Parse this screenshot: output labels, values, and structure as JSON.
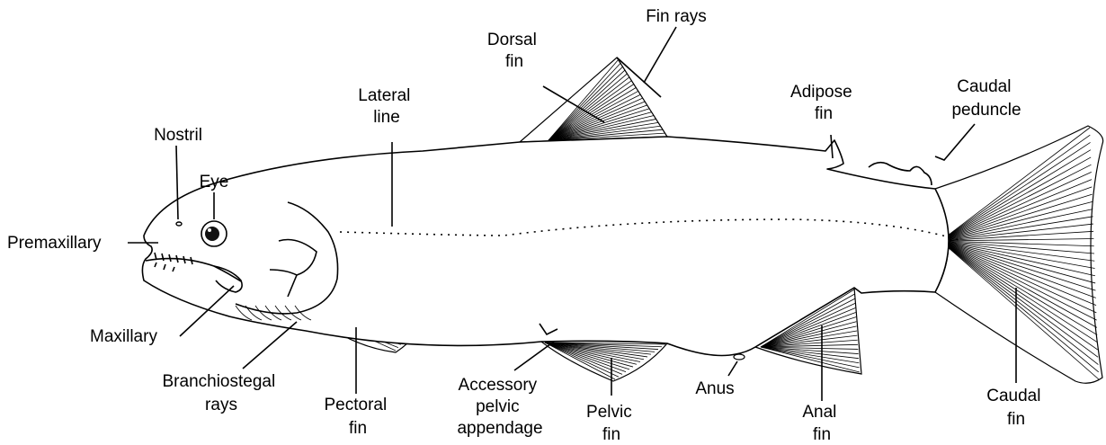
{
  "labels": {
    "fin_rays": "Fin rays",
    "dorsal_fin": [
      "Dorsal",
      "fin"
    ],
    "lateral_line": [
      "Lateral",
      "line"
    ],
    "adipose_fin": [
      "Adipose",
      "fin"
    ],
    "caudal_peduncle": [
      "Caudal",
      "peduncle"
    ],
    "nostril": "Nostril",
    "eye": "Eye",
    "premaxillary": "Premaxillary",
    "maxillary": "Maxillary",
    "branchiostegal_rays": [
      "Branchiostegal",
      "rays"
    ],
    "pectoral_fin": [
      "Pectoral",
      "fin"
    ],
    "accessory_pelvic_appendage": [
      "Accessory",
      "pelvic",
      "appendage"
    ],
    "pelvic_fin": [
      "Pelvic",
      "fin"
    ],
    "anus": "Anus",
    "anal_fin": [
      "Anal",
      "fin"
    ],
    "caudal_fin": [
      "Caudal",
      "fin"
    ]
  }
}
